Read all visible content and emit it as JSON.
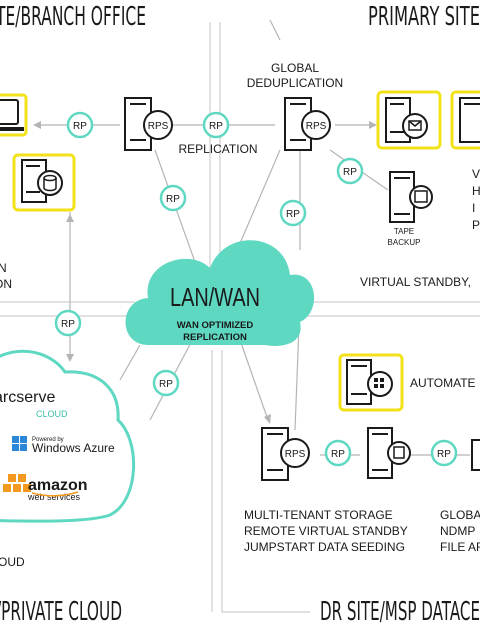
{
  "regions": {
    "branch": "TE/BRANCH OFFICE",
    "primary": "PRIMARY SITE",
    "private_cloud": "/PRIVATE CLOUD",
    "dr_site": "DR SITE/MSP DATACE"
  },
  "center_cloud": {
    "title": "LAN/WAN",
    "subtitle_line1": "WAN OPTIMIZED",
    "subtitle_line2": "REPLICATION"
  },
  "labels": {
    "global_dedup_line1": "GLOBAL",
    "global_dedup_line2": "DEDUPLICATION",
    "replication": "REPLICATION",
    "tape_line1": "TAPE",
    "tape_line2": "BACKUP",
    "virtual_standby": "VIRTUAL STANDBY,",
    "automate": "AUTOMATE",
    "branch_left_line1": "N",
    "branch_left_line2": "ON",
    "primary_right_1": "V",
    "primary_right_2": "H",
    "primary_right_3": "I",
    "primary_right_4": "P",
    "cloud_bottom": "OUD",
    "dr_line1": "MULTI-TENANT STORAGE",
    "dr_line2": "REMOTE VIRTUAL STANDBY",
    "dr_line3": "JUMPSTART DATA SEEDING",
    "dr_right1": "GLOBA",
    "dr_right2": "NDMP",
    "dr_right3": "FILE AR"
  },
  "badges": {
    "rp": "RP",
    "rps": "RPS"
  },
  "brands": {
    "arcserve": "arcserve",
    "arcserve_cloud": "CLOUD",
    "azure_small": "Powered by",
    "azure": "Windows Azure",
    "amazon": "amazon",
    "aws": "web services"
  },
  "colors": {
    "teal": "#5fd8c2",
    "teal_dark": "#3cbfa8",
    "yellow": "#f2e21a",
    "line": "#b5b5b5",
    "text": "#1a1a1a"
  }
}
